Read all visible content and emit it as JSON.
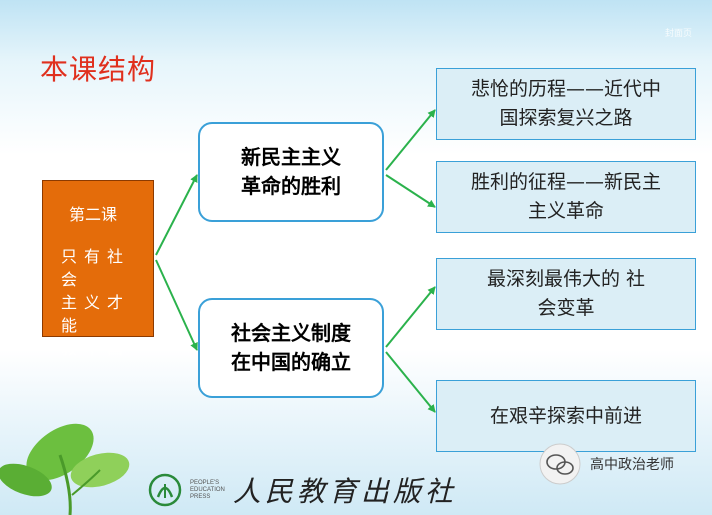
{
  "slide_title": "本课结构",
  "corner_mark": "封面页",
  "lesson_box": {
    "lesson": "第二课",
    "subtitle": "只有社会\n主义才能\n救中国"
  },
  "middle_nodes": [
    {
      "text": "新民主主义\n革命的胜利"
    },
    {
      "text": "社会主义制度\n在中国的确立"
    }
  ],
  "right_nodes": [
    {
      "text": "悲怆的历程——近代中\n国探索复兴之路"
    },
    {
      "text": "胜利的征程——新民主\n主义革命"
    },
    {
      "text": "最深刻最伟大的  社\n会变革"
    },
    {
      "text": "在艰辛探索中前进"
    }
  ],
  "publisher": {
    "small_text": "PEOPLE'S\nEDUCATION\nPRESS",
    "name": "人民教育出版社"
  },
  "wechat_label": "高中政治老师",
  "colors": {
    "title": "#e0301e",
    "lesson_box": "#e46c0a",
    "arrow": "#2bb24c",
    "box_border": "#3aa0d8",
    "right_box_fill": "#dbeef6"
  }
}
